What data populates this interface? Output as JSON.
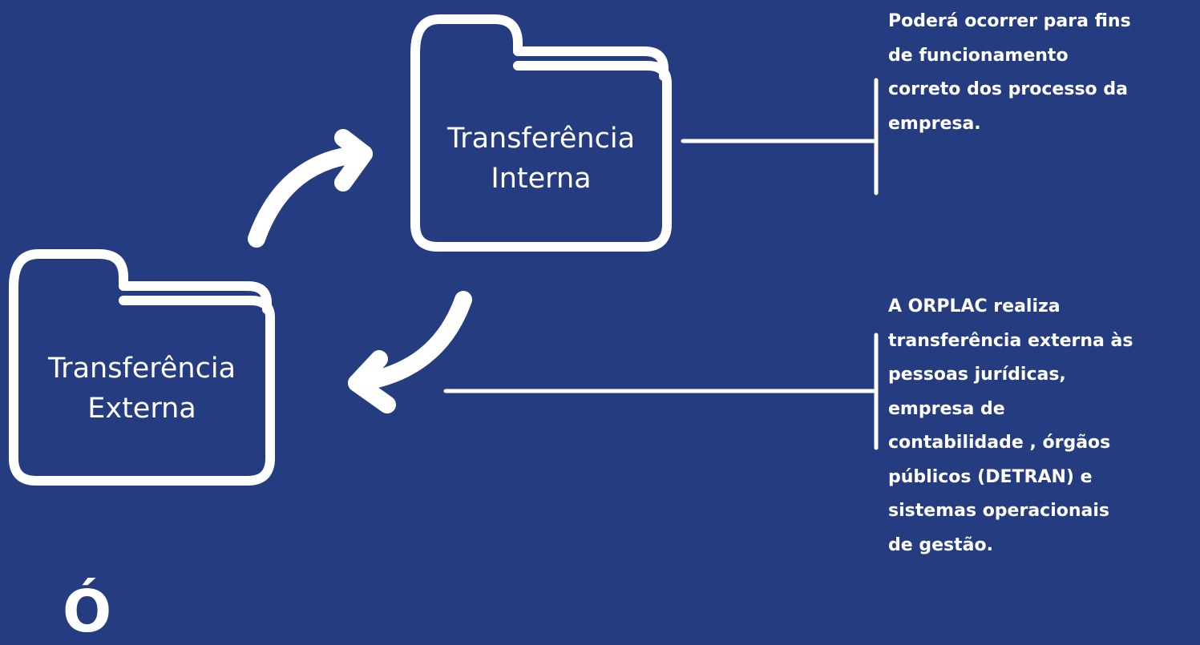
{
  "colors": {
    "background": "#253d80",
    "foreground": "#ffffff"
  },
  "folders": {
    "internal": {
      "icon": "folder-icon",
      "line1": "Transferência",
      "line2": "Interna"
    },
    "external": {
      "icon": "folder-icon",
      "line1": "Transferência",
      "line2": "Externa"
    }
  },
  "arrows": {
    "up": "curved-arrow-icon",
    "down": "curved-arrow-icon"
  },
  "notes": {
    "internal": [
      "Poderá ocorrer para fins",
      "de funcionamento",
      "correto  dos processo da",
      "empresa."
    ],
    "external": [
      "A ORPLAC realiza",
      "transferência externa às",
      "pessoas jurídicas,",
      "empresa de",
      "contabilidade , órgãos",
      "públicos (DETRAN)  e",
      "sistemas operacionais",
      "de gestão."
    ]
  },
  "partial_text": "Ó"
}
